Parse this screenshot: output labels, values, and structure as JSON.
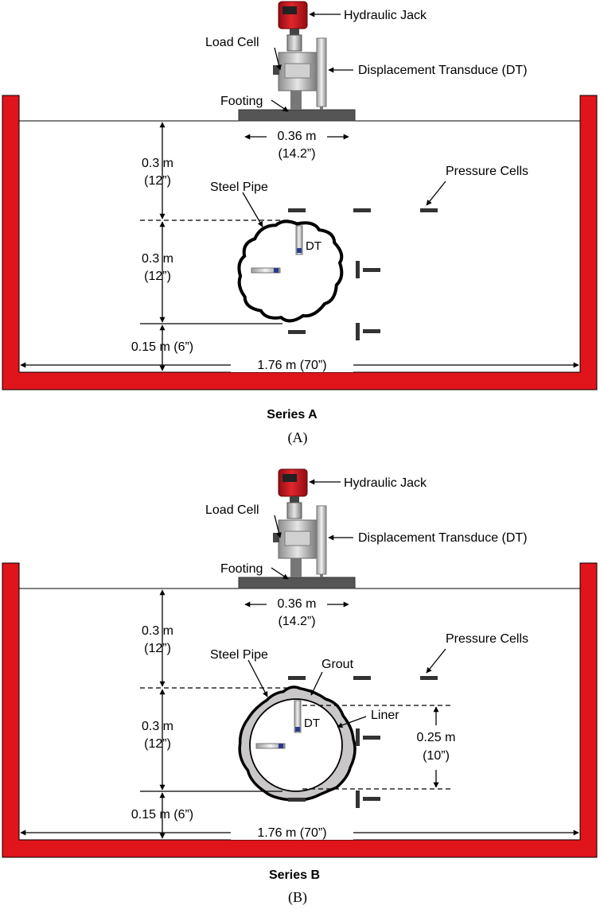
{
  "colors": {
    "tank": "#e0141b",
    "jack": "#c8161d",
    "footing": "#555555",
    "cell": "#333333",
    "grout": "#c9c7c8",
    "pipe": "#000000"
  },
  "panels": [
    {
      "labels": {
        "jack": "Hydraulic Jack",
        "load_cell": "Load Cell",
        "dt_long": "Displacement Transduce (DT)",
        "footing": "Footing",
        "footing_w": "0.36 m",
        "footing_w_in": "(14.2”)",
        "top_depth": "0.3 m",
        "top_depth_in": "(12”)",
        "pressure_cells": "Pressure Cells",
        "steel_pipe": "Steel Pipe",
        "dt": "DT",
        "pipe_depth": "0.3 m",
        "pipe_depth_in": "(12”)",
        "bottom_depth": "0.15 m (6”)",
        "width": "1.76 m (70”)",
        "series": "Series A",
        "caption": "(A)"
      }
    },
    {
      "labels": {
        "jack": "Hydraulic Jack",
        "load_cell": "Load Cell",
        "dt_long": "Displacement Transduce (DT)",
        "footing": "Footing",
        "footing_w": "0.36 m",
        "footing_w_in": "(14.2”)",
        "top_depth": "0.3 m",
        "top_depth_in": "(12”)",
        "pressure_cells": "Pressure Cells",
        "steel_pipe": "Steel Pipe",
        "grout": "Grout",
        "liner": "Liner",
        "dt": "DT",
        "liner_dia": "0.25 m",
        "liner_dia_in": "(10”)",
        "pipe_depth": "0.3 m",
        "pipe_depth_in": "(12”)",
        "bottom_depth": "0.15 m (6”)",
        "width": "1.76 m (70”)",
        "series": "Series B",
        "caption": "(B)"
      }
    }
  ]
}
